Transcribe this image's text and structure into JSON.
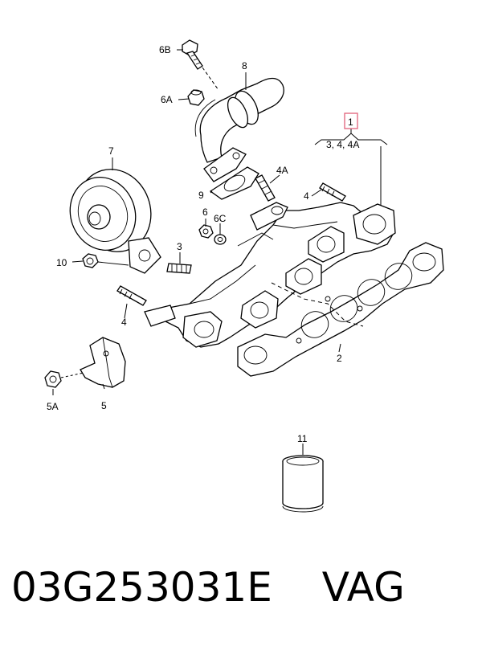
{
  "callouts": {
    "c1": "1",
    "c1_sub": "3, 4, 4A",
    "c2": "2",
    "c3": "3",
    "c4a": "4",
    "c4b": "4",
    "c4A": "4A",
    "c5": "5",
    "c5A": "5A",
    "c6": "6",
    "c6A": "6A",
    "c6B": "6B",
    "c6C": "6C",
    "c7": "7",
    "c8": "8",
    "c9": "9",
    "c10": "10",
    "c11": "11"
  },
  "footer": {
    "part_number": "03G253031E",
    "brand": "VAG"
  },
  "colors": {
    "highlight_box": "#e0607a",
    "line": "#000000",
    "background": "#ffffff"
  }
}
